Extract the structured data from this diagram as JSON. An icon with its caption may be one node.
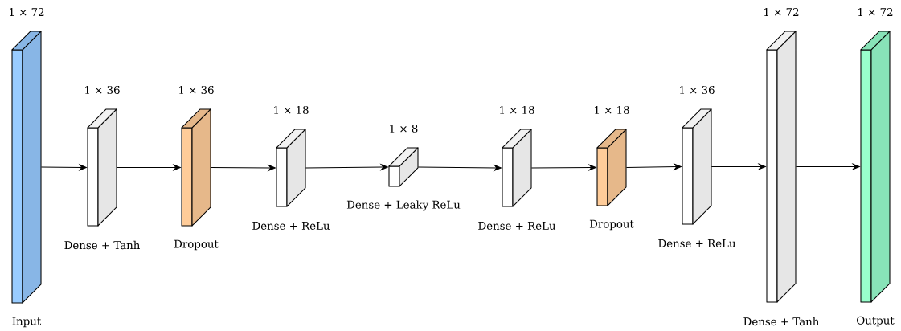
{
  "diagram": {
    "nodes": [
      {
        "text": [
          "1 × 72",
          "Input"
        ]
      },
      {
        "text": [
          "1 × 36",
          "Dense + Tanh"
        ]
      },
      {
        "text": [
          "1 × 36",
          "Dropout"
        ]
      },
      {
        "text": [
          "1 × 18",
          "Dense + ReLu"
        ]
      },
      {
        "text": [
          "1 × 8",
          "Dense + Leaky ReLu"
        ]
      },
      {
        "text": [
          "1 × 18",
          "Dense + ReLu"
        ]
      },
      {
        "text": [
          "1 × 18",
          "Dropout"
        ]
      },
      {
        "text": [
          "1 × 36",
          "Dense + ReLu"
        ]
      },
      {
        "text": [
          "1 × 72",
          "Dense + Tanh"
        ]
      },
      {
        "text": [
          "1 × 72",
          "Output"
        ]
      }
    ],
    "edges": [
      {
        "from": 0,
        "to": 1,
        "arrow": "to"
      },
      {
        "from": 1,
        "to": 2,
        "arrow": "to"
      },
      {
        "from": 2,
        "to": 3,
        "arrow": "to"
      },
      {
        "from": 3,
        "to": 4,
        "arrow": "to"
      },
      {
        "from": 4,
        "to": 5,
        "arrow": "to"
      },
      {
        "from": 5,
        "to": 6,
        "arrow": "to"
      },
      {
        "from": 6,
        "to": 7,
        "arrow": "to"
      },
      {
        "from": 7,
        "to": 8,
        "arrow": "to"
      },
      {
        "from": 8,
        "to": 9,
        "arrow": "to"
      }
    ]
  }
}
